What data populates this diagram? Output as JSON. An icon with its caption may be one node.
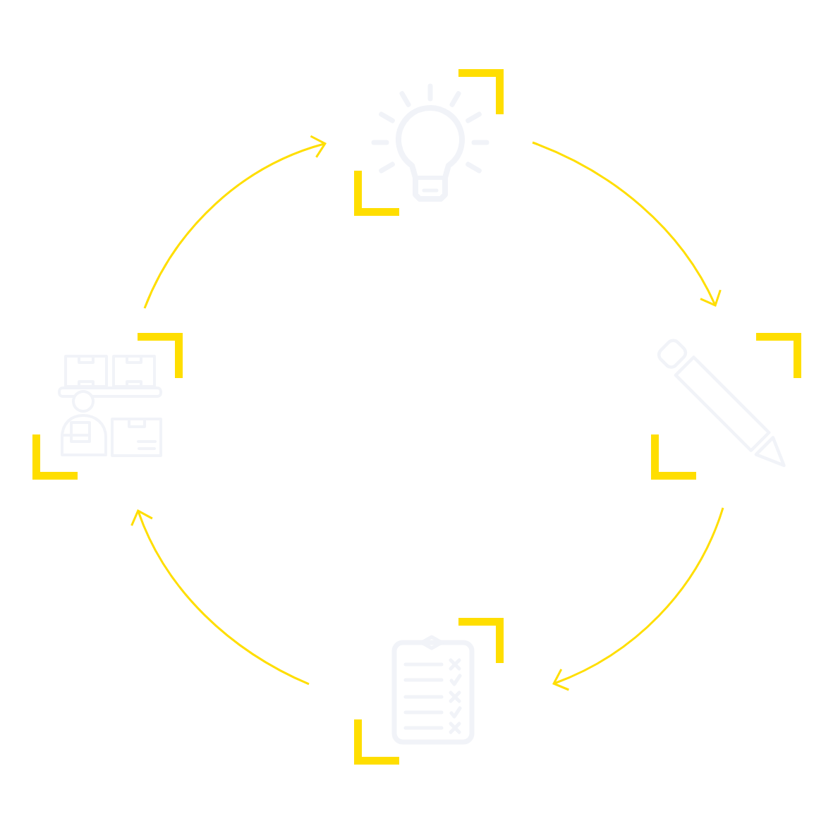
{
  "diagram": {
    "nodes": [
      {
        "text": [],
        "shape": "picture"
      },
      {
        "text": [],
        "shape": "picture"
      },
      {
        "text": [],
        "shape": "picture"
      },
      {
        "text": [],
        "shape": "picture"
      }
    ],
    "edges": [
      {
        "from": 0,
        "to": 1,
        "arrow": "to"
      },
      {
        "from": 1,
        "to": 2,
        "arrow": "to"
      },
      {
        "from": 2,
        "to": 3,
        "arrow": "to"
      },
      {
        "from": 3,
        "to": 0,
        "arrow": "to"
      }
    ]
  }
}
